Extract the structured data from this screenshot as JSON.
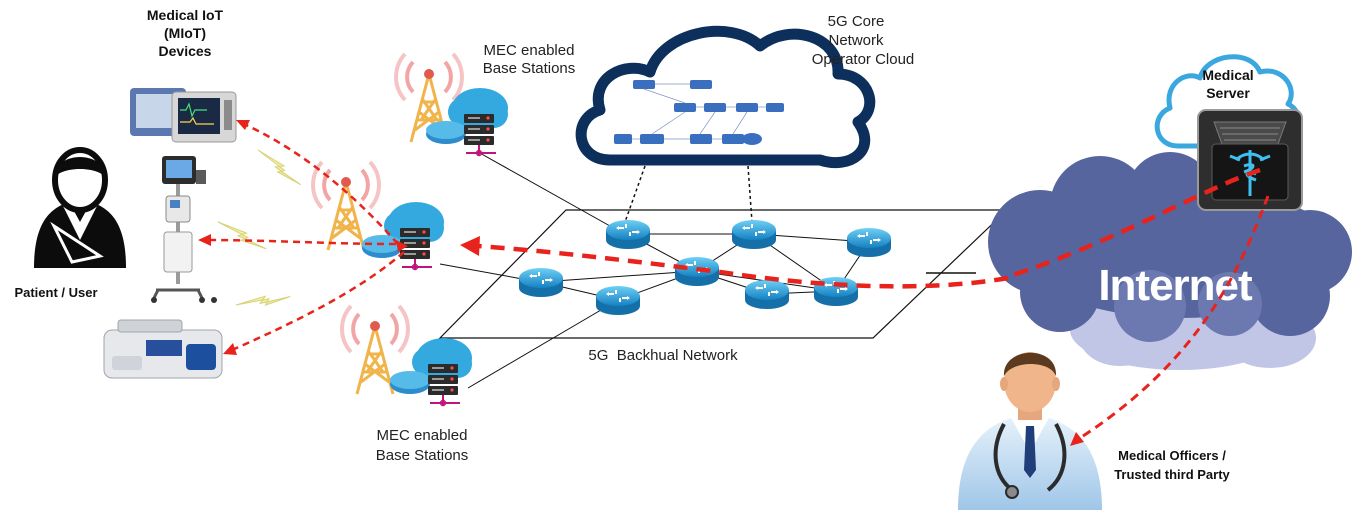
{
  "labels": {
    "miot_line1": "Medical IoT",
    "miot_line2": "(MIoT)",
    "miot_line3": "Devices",
    "patient": "Patient / User",
    "mec_top_line1": "MEC enabled",
    "mec_top_line2": "Base Stations",
    "mec_bottom_line1": "MEC enabled",
    "mec_bottom_line2": "Base Stations",
    "core_line1": "5G Core",
    "core_line2": "Network",
    "core_line3": "Operator Cloud",
    "backhaul": "5G  Backhual Network",
    "medical_server_line1": "Medical",
    "medical_server_line2": "Server",
    "internet": "Internet",
    "officers_line1": "Medical Officers /",
    "officers_line2": "Trusted third Party"
  },
  "colors": {
    "red_dashed": "#e8231b",
    "router_blue": "#1e9bd7",
    "cloud_navy": "#0d2f5c",
    "server_cloud_blue": "#39a8e0",
    "internet_cloud": "#5a6aa8",
    "tower_orange": "#f0b44a"
  },
  "icons": [
    "patient-icon",
    "doctor-icon",
    "tower-icon",
    "mec-server-icon",
    "router-icon",
    "medical-server-icon",
    "lightning-icon"
  ]
}
